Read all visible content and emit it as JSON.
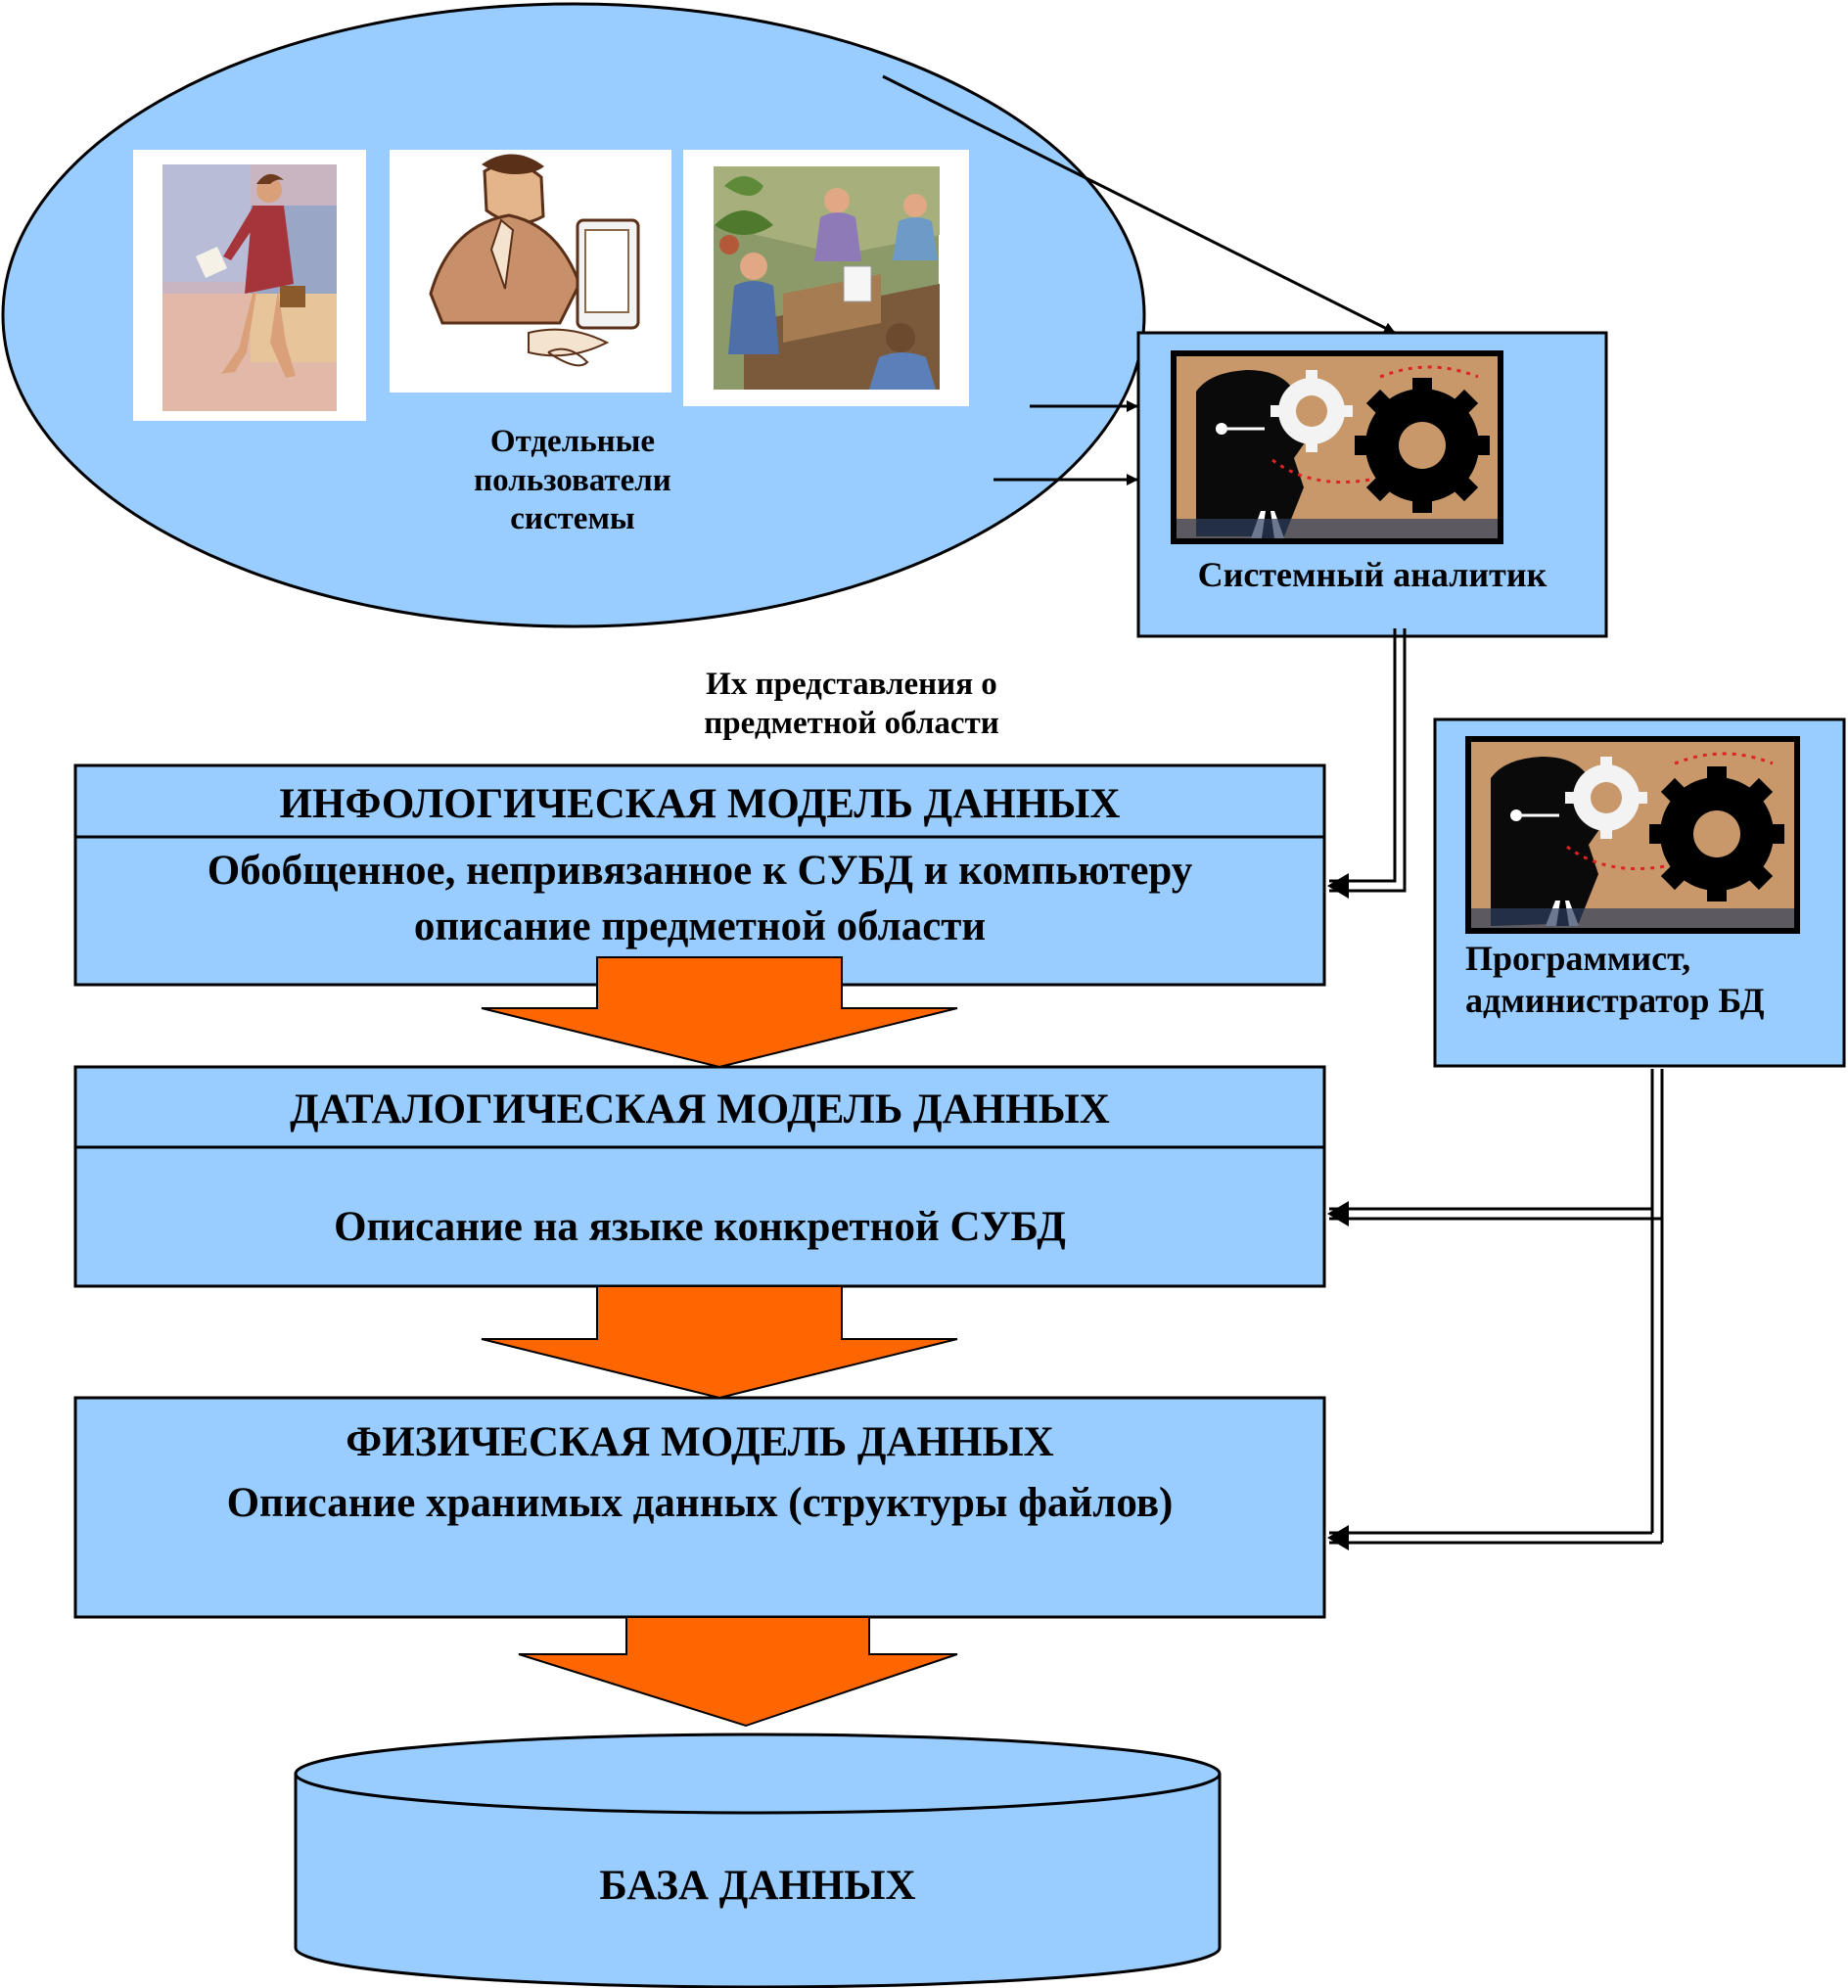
{
  "colors": {
    "box_fill": "#99CCFF",
    "arrow_fill": "#FF6600",
    "line": "#000000",
    "picture_bg": "#C8986A"
  },
  "users": {
    "label_lines": [
      "Отдельные",
      "пользователи",
      "системы"
    ],
    "pictures": [
      "walking-woman-picture",
      "man-at-computer-picture",
      "office-meeting-picture"
    ]
  },
  "analyst": {
    "label": "Системный аналитик",
    "icon": "man-with-gears-picture"
  },
  "representation_note": {
    "lines": [
      "Их представления о",
      "предметной области"
    ]
  },
  "programmer": {
    "label_lines": [
      "Программист,",
      "администратор БД"
    ],
    "icon": "man-with-gears-picture"
  },
  "infological": {
    "title": "ИНФОЛОГИЧЕСКАЯ МОДЕЛЬ ДАННЫХ",
    "desc_lines": [
      "Обобщенное, непривязанное к СУБД и компьютеру",
      "описание предметной области"
    ]
  },
  "datalogical": {
    "title": "ДАТАЛОГИЧЕСКАЯ МОДЕЛЬ ДАННЫХ",
    "desc": "Описание на языке конкретной СУБД"
  },
  "physical": {
    "title": "ФИЗИЧЕСКАЯ МОДЕЛЬ ДАННЫХ",
    "desc": "Описание хранимых данных (структуры файлов)"
  },
  "database": {
    "label": "БАЗА ДАННЫХ"
  }
}
